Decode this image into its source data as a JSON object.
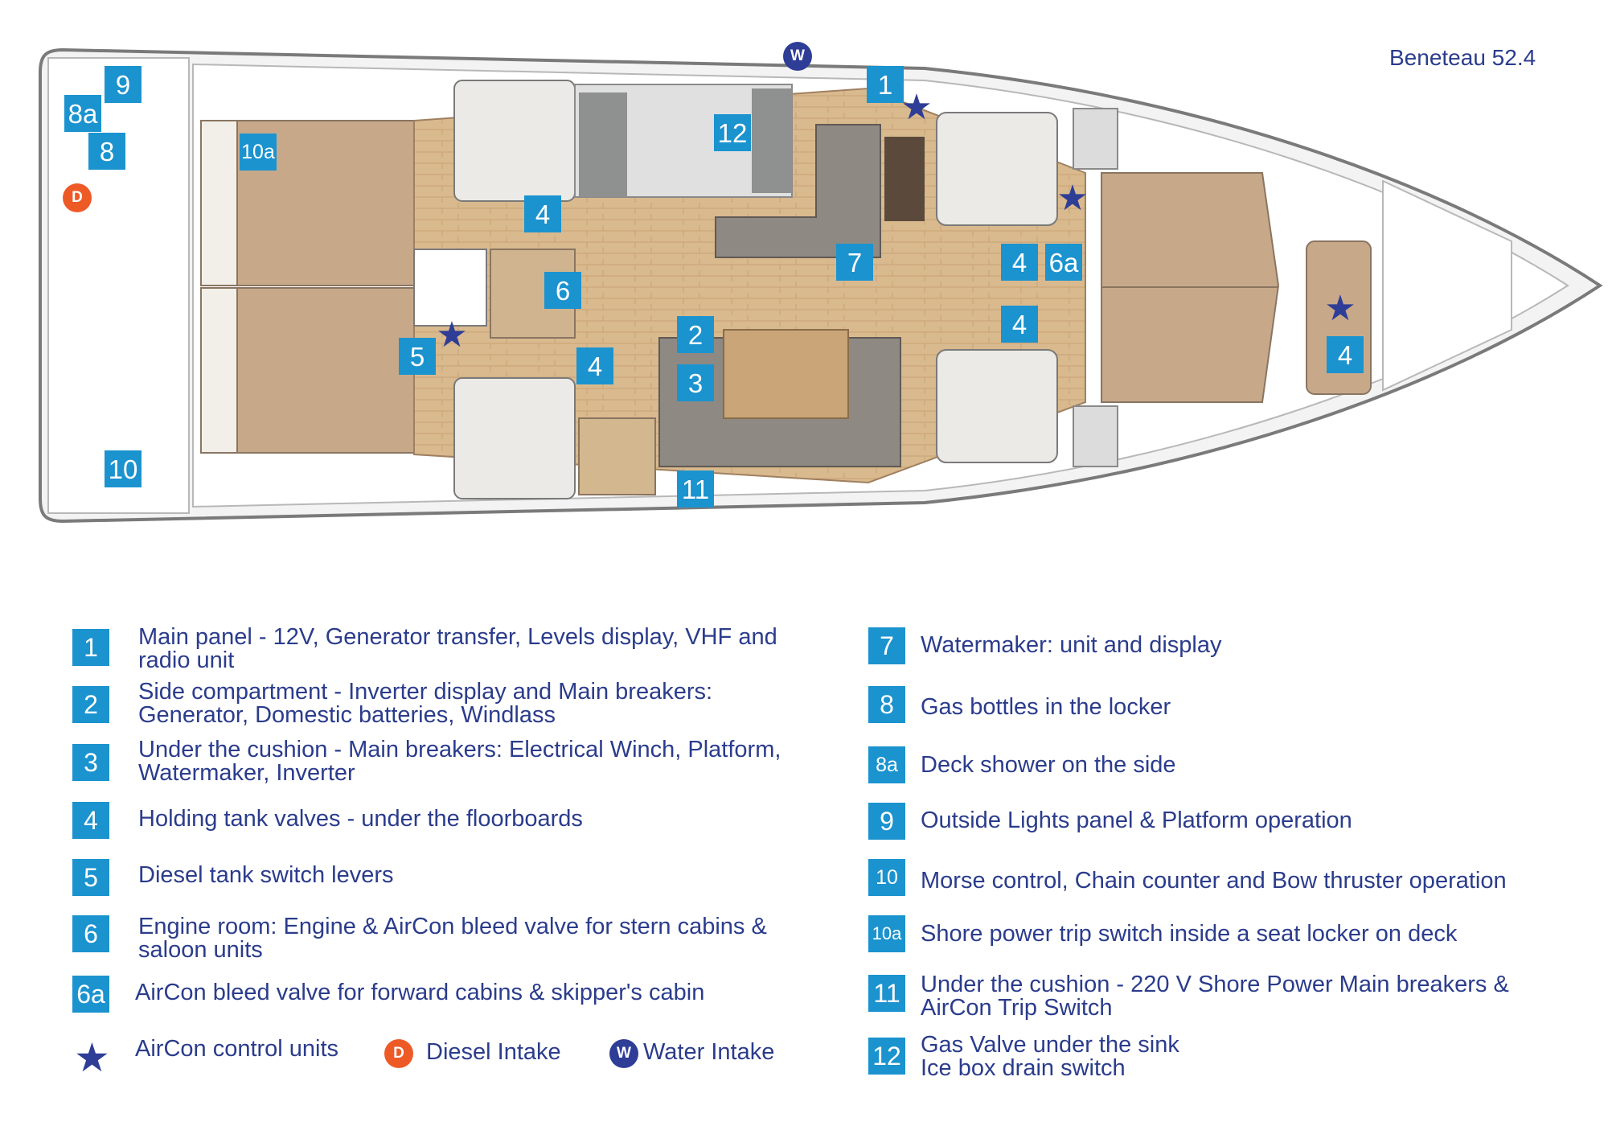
{
  "title": "Beneteau 52.4",
  "icons": {
    "star": "aircon-star-icon",
    "diesel": "diesel-intake-icon",
    "water": "water-intake-icon"
  },
  "colors": {
    "marker": "#1b93cf",
    "text": "#2b3c8c",
    "diesel": "#ee5a26",
    "water": "#2e3d96"
  },
  "plan_markers": {
    "m1": "1",
    "m9": "9",
    "m8a": "8a",
    "m8": "8",
    "m10a": "10a",
    "m12": "12",
    "m4a": "4",
    "m7": "7",
    "m4b": "4",
    "m6a": "6a",
    "m6": "6",
    "m5": "5",
    "m4c": "4",
    "m2": "2",
    "m3": "3",
    "m4d": "4",
    "m4e": "4",
    "m10": "10",
    "m11": "11"
  },
  "plan_circles": {
    "diesel": "D",
    "water": "W"
  },
  "legend": {
    "items": [
      {
        "key": "1",
        "text": "Main panel - 12V, Generator transfer, Levels display, VHF and\nradio unit"
      },
      {
        "key": "2",
        "text": "Side compartment - Inverter display and Main breakers:\nGenerator, Domestic batteries, Windlass"
      },
      {
        "key": "3",
        "text": "Under the cushion - Main breakers: Electrical Winch, Platform,\nWatermaker, Inverter"
      },
      {
        "key": "4",
        "text": "Holding tank valves - under the floorboards"
      },
      {
        "key": "5",
        "text": "Diesel tank switch levers"
      },
      {
        "key": "6",
        "text": "Engine room: Engine & AirCon bleed valve for stern cabins &\nsaloon units"
      },
      {
        "key": "6a",
        "text": "AirCon bleed valve for forward cabins & skipper's cabin"
      },
      {
        "key": "7",
        "text": "Watermaker: unit and display"
      },
      {
        "key": "8",
        "text": "Gas bottles in the locker"
      },
      {
        "key": "8a",
        "text": "Deck shower on the side"
      },
      {
        "key": "9",
        "text": "Outside Lights panel & Platform operation"
      },
      {
        "key": "10",
        "text": "Morse control, Chain counter and Bow thruster operation"
      },
      {
        "key": "10a",
        "text": "Shore power trip switch inside a seat locker on deck"
      },
      {
        "key": "11",
        "text": "Under the cushion - 220 V Shore Power Main breakers &\nAirCon Trip Switch"
      },
      {
        "key": "12",
        "text": "Gas Valve under the sink\nIce box drain switch"
      }
    ],
    "symbols": {
      "aircon": "AirCon control units",
      "diesel_letter": "D",
      "diesel": "Diesel Intake",
      "water_letter": "W",
      "water": "Water Intake"
    }
  }
}
